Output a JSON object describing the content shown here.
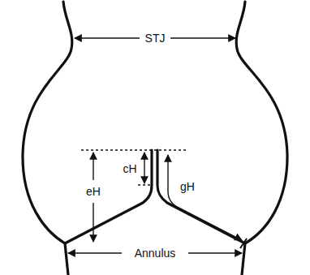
{
  "diagram": {
    "labels": [
      "STJ",
      "cH",
      "eH",
      "gH",
      "Annulus"
    ]
  }
}
